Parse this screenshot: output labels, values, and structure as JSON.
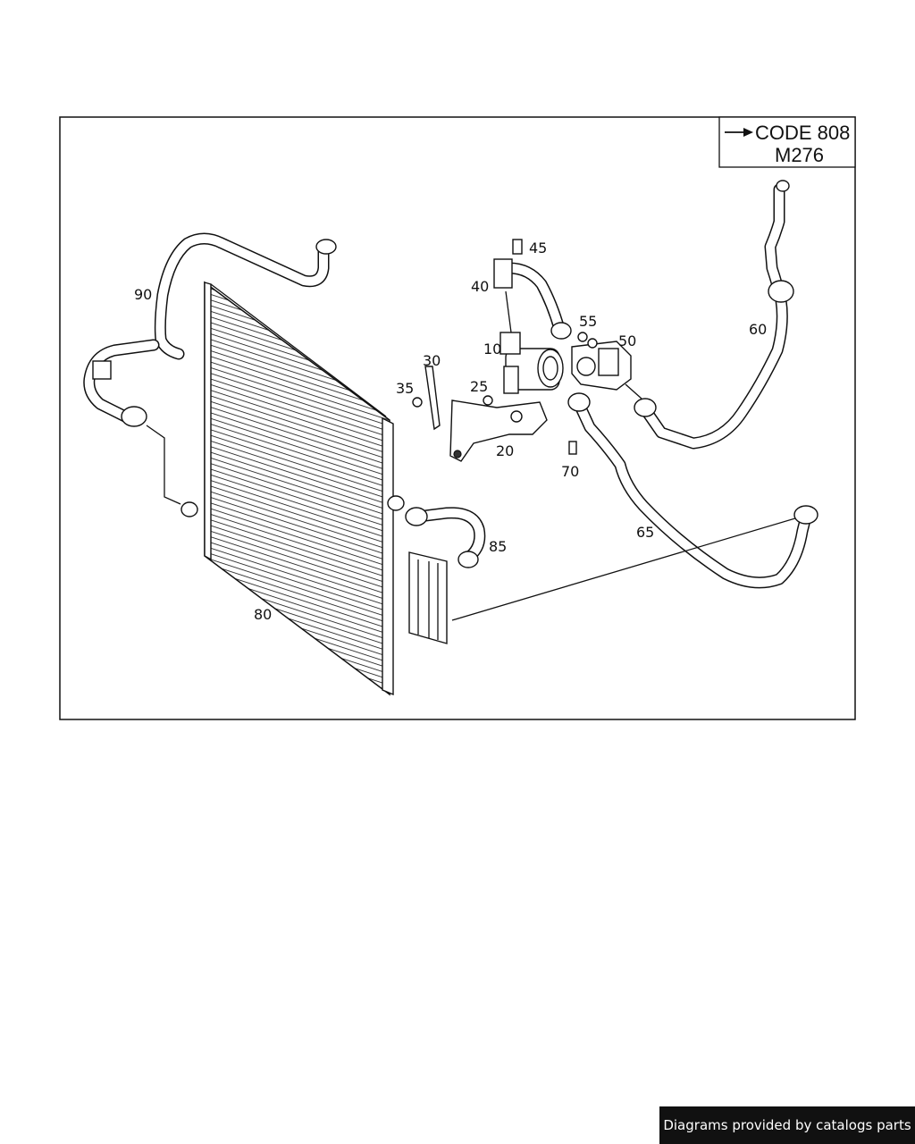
{
  "code_box": {
    "line1": "CODE 808",
    "line2": "M276"
  },
  "callouts": {
    "c10": "10",
    "c20": "20",
    "c25": "25",
    "c30": "30",
    "c35": "35",
    "c40": "40",
    "c45": "45",
    "c50": "50",
    "c55": "55",
    "c60": "60",
    "c65": "65",
    "c70": "70",
    "c80": "80",
    "c85": "85",
    "c90": "90"
  },
  "footer": {
    "text": "Diagrams provided by catalogs parts"
  }
}
